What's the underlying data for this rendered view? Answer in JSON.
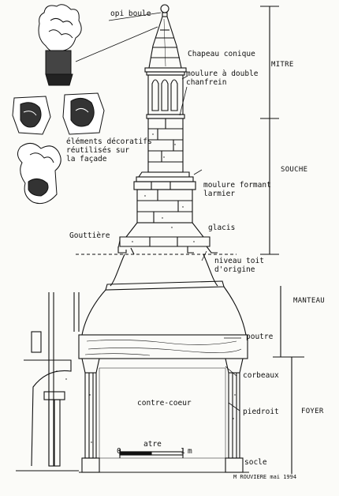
{
  "labels": {
    "opi_boule": "opi boule",
    "chapeau": "Chapeau conique",
    "moulure_double": "moulure à double\nchanfrein",
    "elements": "éléments décoratifs\nréutilisés sur\nla façade",
    "moulure_larmier": "moulure formant\nlarmier",
    "glacis": "glacis",
    "gouttiere": "Gouttière",
    "niveau_toit": "niveau toit\nd'origine",
    "poutre": "poutre",
    "corbeaux": "corbeaux",
    "contre_coeur": "contre-coeur",
    "piedroit": "piedroit",
    "atre": "atre",
    "socle": "socle"
  },
  "sections": {
    "mitre": "MITRE",
    "souche": "SOUCHE",
    "manteau": "MANTEAU",
    "foyer": "FOYER"
  },
  "scale": {
    "zero": "0",
    "one": "1",
    "unit": "m"
  },
  "signature": "M ROUVIERE mai 1994"
}
